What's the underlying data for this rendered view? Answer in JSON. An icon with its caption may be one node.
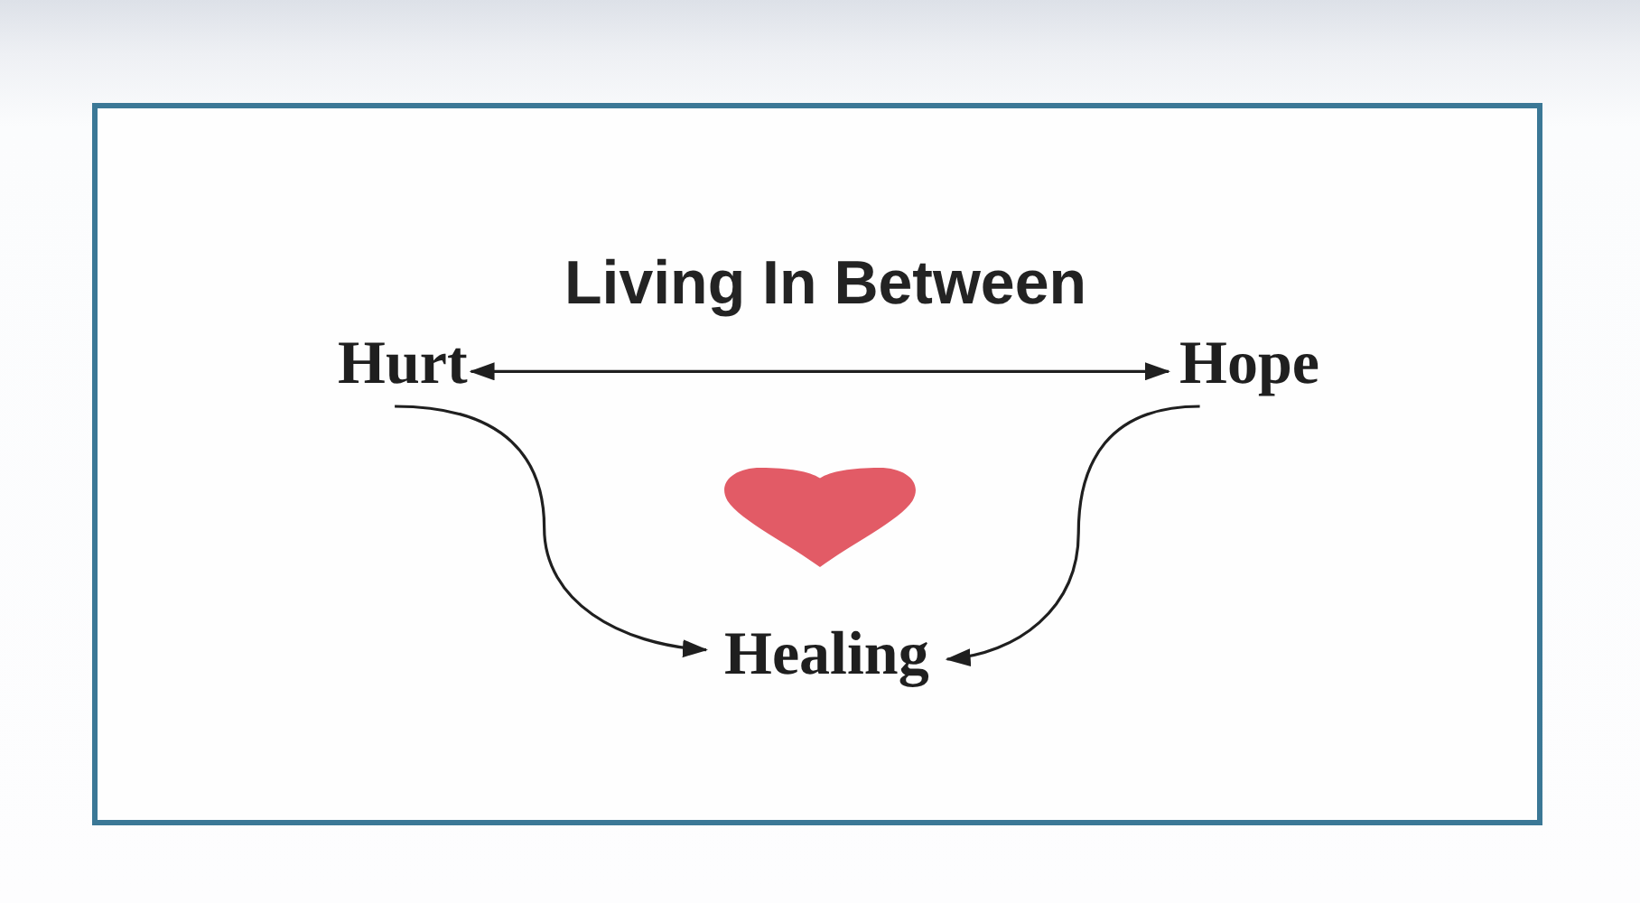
{
  "diagram": {
    "title": "Living In Between",
    "nodes": [
      {
        "text": [
          "Hurt"
        ]
      },
      {
        "text": [
          "Hope"
        ]
      },
      {
        "text": [
          "Healing"
        ]
      }
    ],
    "edges": [
      {
        "from": 0,
        "to": 1,
        "arrow": "both"
      },
      {
        "from": 0,
        "to": 2,
        "arrow": "to"
      },
      {
        "from": 1,
        "to": 2,
        "arrow": "to"
      }
    ]
  }
}
